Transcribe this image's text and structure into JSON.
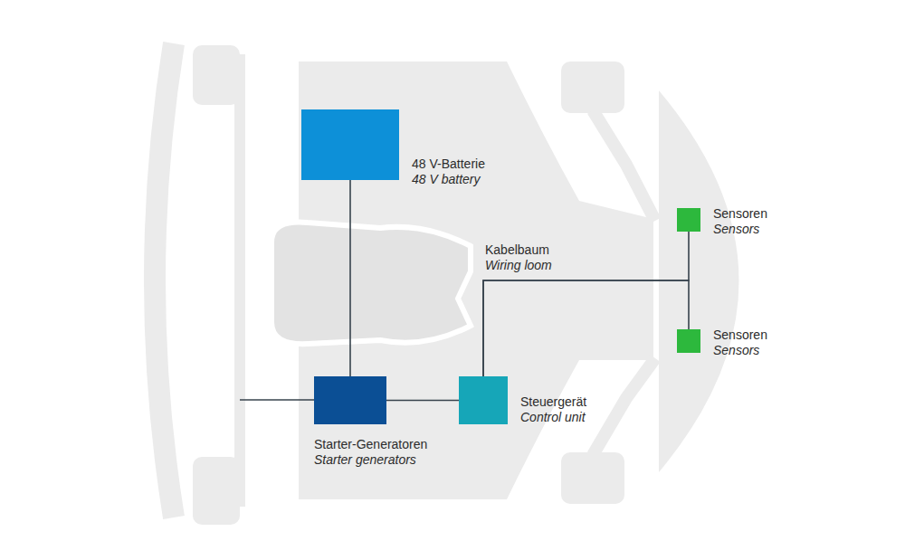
{
  "diagram": {
    "nodes": [
      {
        "text": [
          "48 V-Batterie",
          "48 V battery"
        ]
      },
      {
        "text": [
          "Sensoren",
          "Sensors"
        ]
      },
      {
        "text": [
          "Sensoren",
          "Sensors"
        ]
      },
      {
        "text": [
          "Starter-Generatoren",
          "Starter generators"
        ]
      },
      {
        "text": [
          "Steuergerät",
          "Control unit"
        ]
      }
    ],
    "edges": [
      {
        "from": 0,
        "to": 3,
        "arrow": "none"
      },
      {
        "from": 3,
        "to": 4,
        "arrow": "none"
      },
      {
        "from": 4,
        "to": 1,
        "arrow": "none"
      },
      {
        "from": 4,
        "to": 2,
        "arrow": "none"
      }
    ],
    "labels": [
      "Kabelbaum",
      "Wiring loom"
    ]
  }
}
